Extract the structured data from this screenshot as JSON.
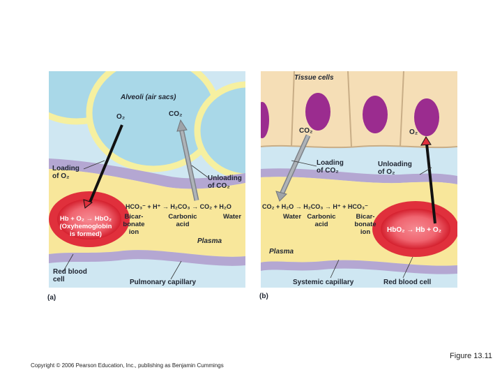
{
  "panel_a": {
    "letter": "(a)",
    "alveoli_label": "Alveoli (air sacs)",
    "o2_label": "O₂",
    "co2_label": "CO₂",
    "loading_label": [
      "Loading",
      "of O₂"
    ],
    "unloading_label": [
      "Unloading",
      "of CO₂"
    ],
    "hb_reaction": [
      "Hb + O₂ → HbO₂",
      "(Oxyhemoglobin",
      "is formed)"
    ],
    "equation": "HCO₃⁻ + H⁺ → H₂CO₃ → CO₂ + H₂O",
    "eq_labels": [
      [
        "Bicar-",
        "bonate",
        "ion"
      ],
      [
        "Carbonic",
        "acid"
      ],
      [
        "Water"
      ]
    ],
    "plasma_label": "Plasma",
    "rbc_label": [
      "Red blood",
      "cell"
    ],
    "capillary_label": "Pulmonary capillary"
  },
  "panel_b": {
    "letter": "(b)",
    "tissue_label": "Tissue cells",
    "co2_label": "CO₂",
    "o2_label": "O₂",
    "loading_label": [
      "Loading",
      "of CO₂"
    ],
    "unloading_label": [
      "Unloading",
      "of O₂"
    ],
    "equation": "CO₂ + H₂O → H₂CO₃ → H⁺ + HCO₃⁻",
    "eq_labels": [
      [
        "Water"
      ],
      [
        "Carbonic",
        "acid"
      ],
      [
        "Bicar-",
        "bonate",
        "ion"
      ]
    ],
    "hb_reaction": "HbO₂ → Hb + O₂",
    "plasma_label": "Plasma",
    "capillary_label": "Systemic capillary",
    "rbc_label": "Red blood cell"
  },
  "figure_label": "Figure 13.11",
  "copyright": "Copyright © 2006 Pearson Education, Inc., publishing as Benjamin Cummings",
  "colors": {
    "background": "#cfe7f2",
    "alveolus": "#a9d8e8",
    "alveolus_wall": "#f6f0a0",
    "plasma": "#f8e79b",
    "capillary_wall": "#b4a7d2",
    "rbc_outer": "#e0303c",
    "rbc_inner": "#f26a74",
    "tissue_cell": "#f5deb6",
    "nucleus": "#9b2c8f",
    "arrow_gray": "#9ea3a8"
  }
}
